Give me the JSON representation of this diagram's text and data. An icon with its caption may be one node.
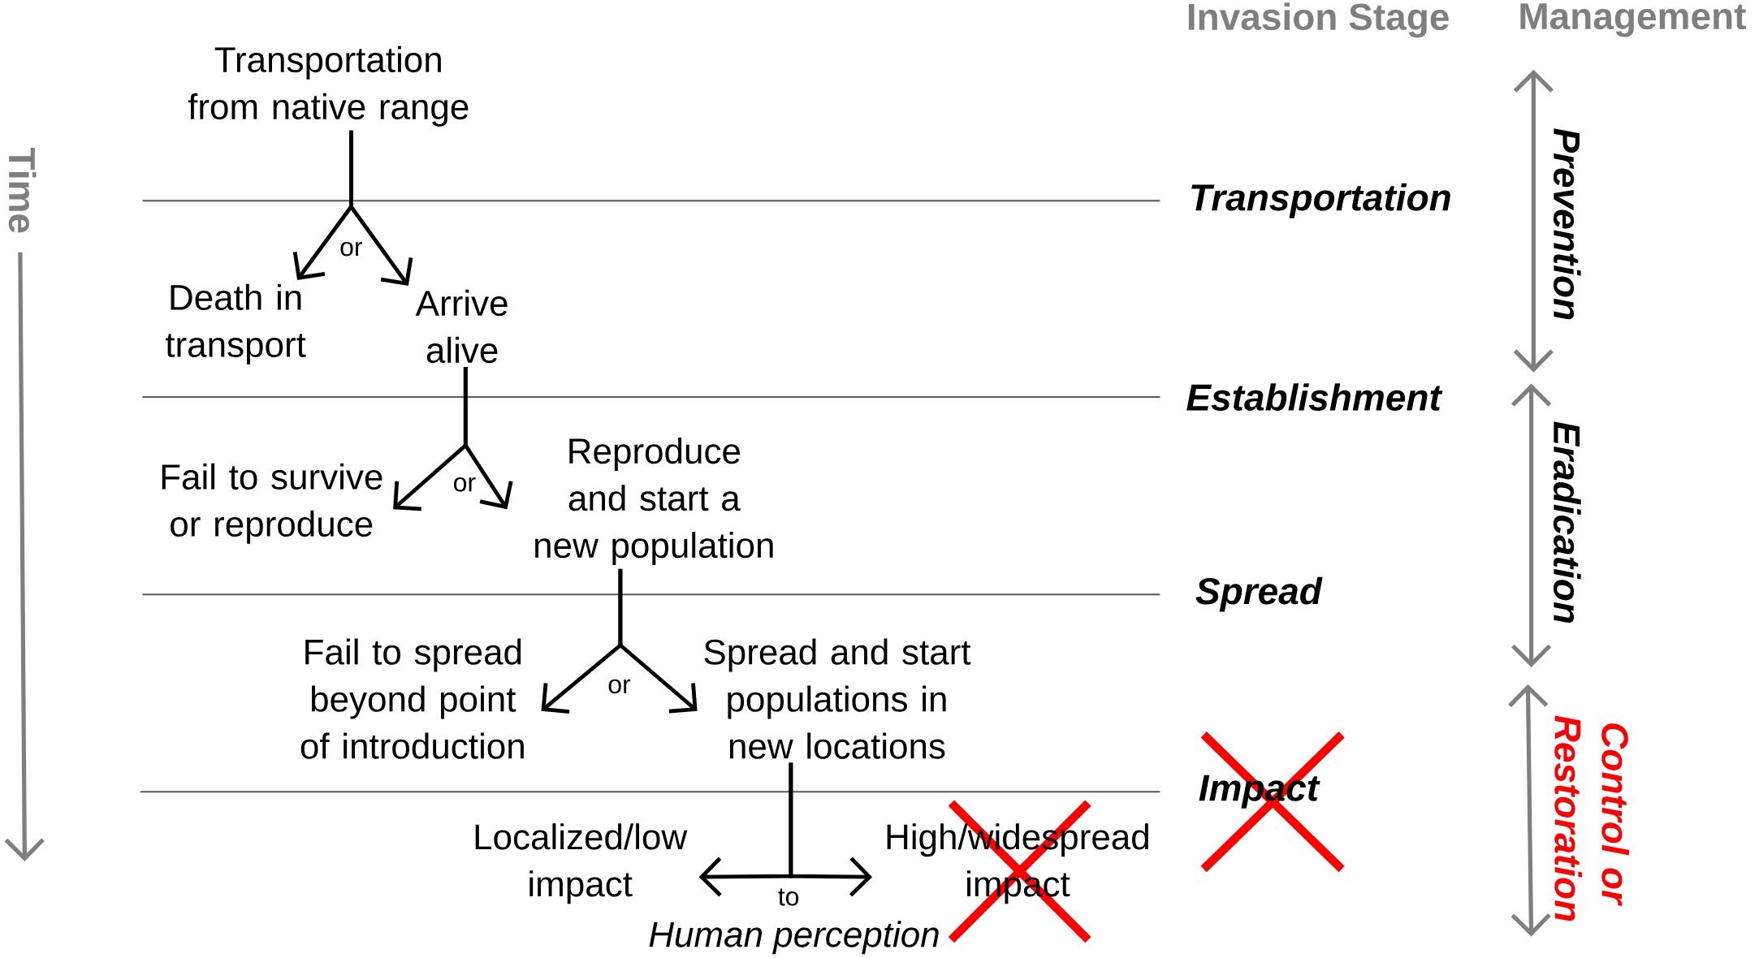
{
  "diagram": {
    "nodes": [
      {
        "text": [
          "Transportation from native range"
        ]
      },
      {
        "text": [
          "Death in transport"
        ]
      },
      {
        "text": [
          "Arrive alive"
        ]
      },
      {
        "text": [
          "Fail to survive or reproduce"
        ]
      },
      {
        "text": [
          "Reproduce and start a new population"
        ]
      },
      {
        "text": [
          "Fail to spread beyond point of introduction"
        ]
      },
      {
        "text": [
          "Spread and start populations in new locations"
        ]
      },
      {
        "text": [
          "Localized/low impact"
        ]
      },
      {
        "text": [
          "High/widespread impact"
        ]
      }
    ],
    "edges": [
      {
        "from": 0,
        "to": 1,
        "arrow": "to",
        "label": "or"
      },
      {
        "from": 0,
        "to": 2,
        "arrow": "to"
      },
      {
        "from": 2,
        "to": 3,
        "arrow": "to",
        "label": "or"
      },
      {
        "from": 2,
        "to": 4,
        "arrow": "to"
      },
      {
        "from": 4,
        "to": 5,
        "arrow": "to",
        "label": "or"
      },
      {
        "from": 4,
        "to": 6,
        "arrow": "to"
      },
      {
        "from": 6,
        "to": 7,
        "arrow": "to",
        "label": "to"
      },
      {
        "from": 6,
        "to": 8,
        "arrow": "to"
      }
    ],
    "labels": [
      "Invasion Stage",
      "Management",
      "Time",
      "Transportation",
      "Prevention",
      "Establishment",
      "Eradication",
      "Spread",
      "Control or Restoration",
      "Impact",
      "Human perception"
    ]
  }
}
